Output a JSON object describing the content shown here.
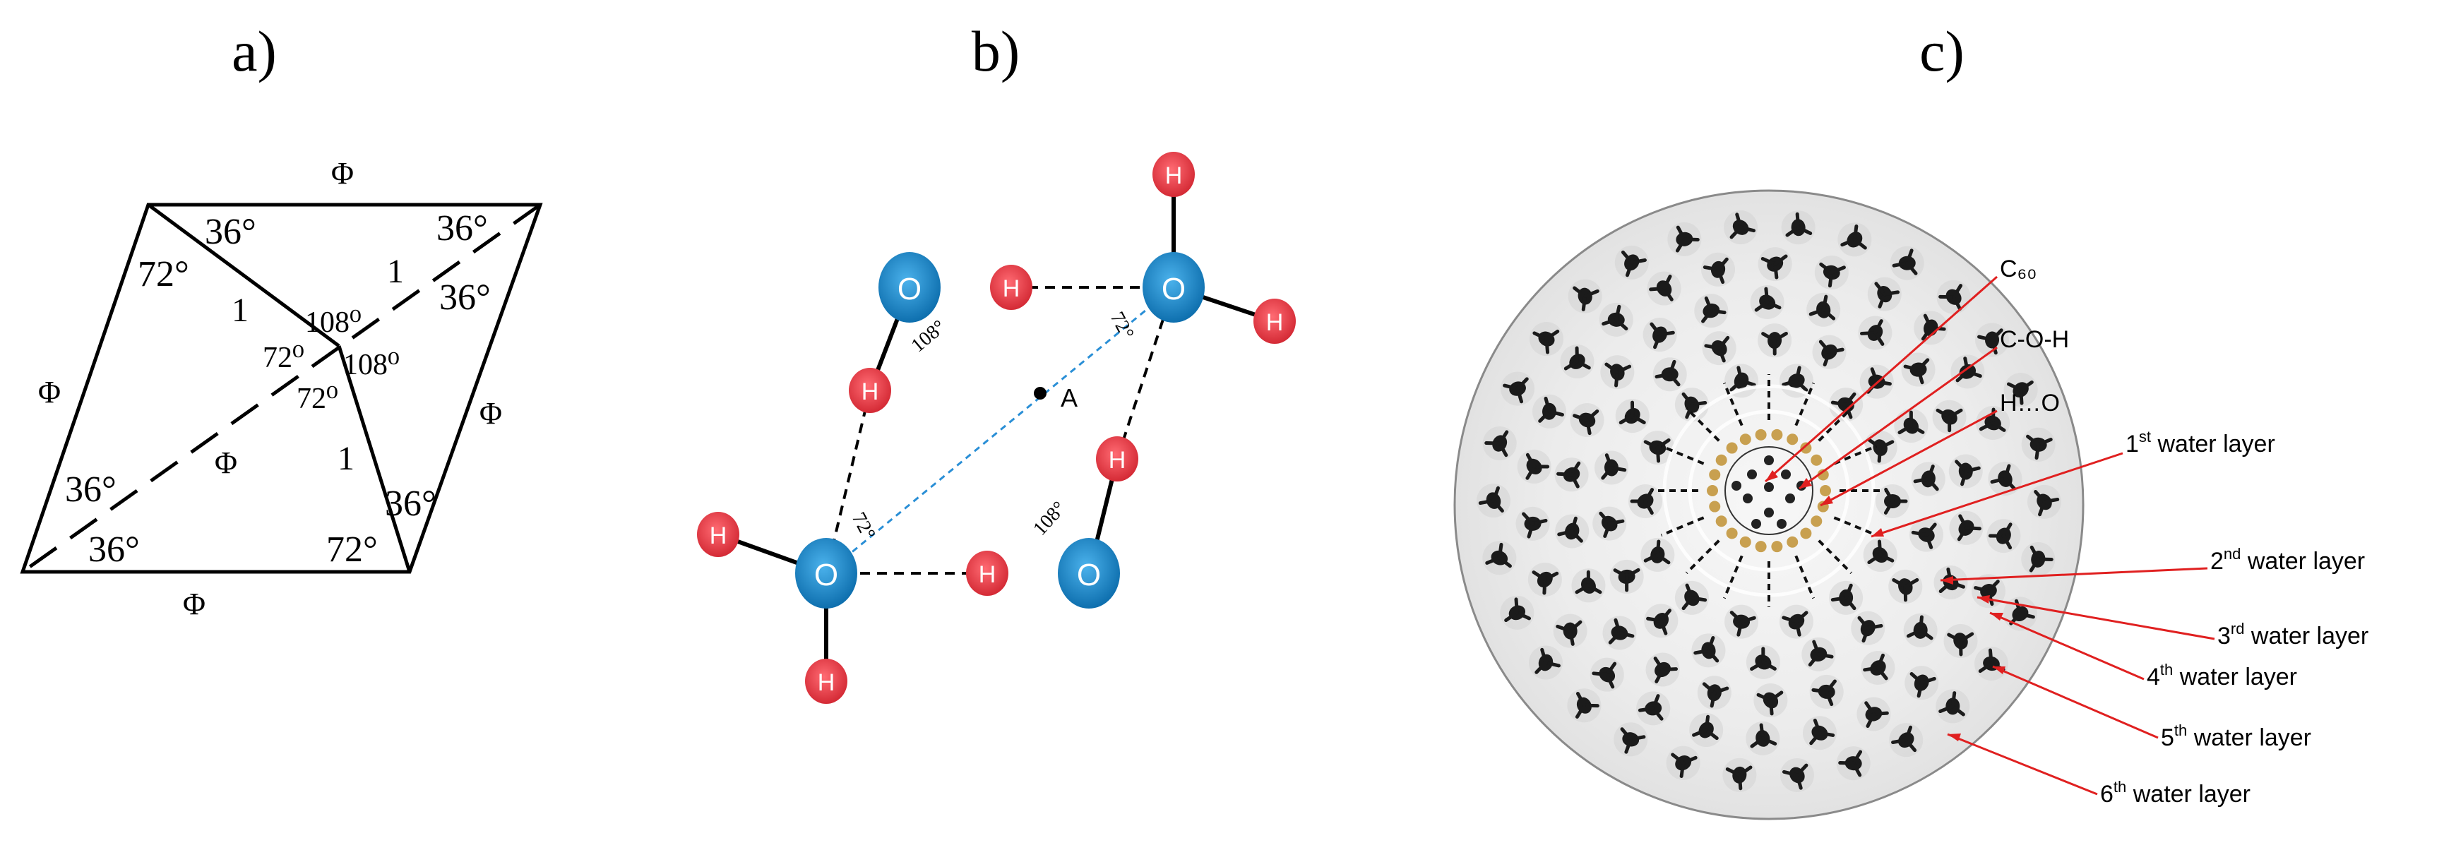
{
  "panels": {
    "a": {
      "label": "a)",
      "edge_labels": {
        "top": "Φ",
        "left": "Φ",
        "right": "Φ",
        "bottom": "Φ",
        "diagonal": "Φ"
      },
      "angles": {
        "tl": "36°",
        "tr_top": "36°",
        "tl_lower": "72°",
        "tr_lower": "36°",
        "center_top": "108⁰",
        "center_left": "72⁰",
        "center_right": "108⁰",
        "center_bottom": "72⁰",
        "bl_upper": "36°",
        "bl_lower": "36°",
        "br_lower": "72°",
        "br_upper": "36°"
      },
      "lengths": {
        "upper_short": "1",
        "upper_long": "1",
        "lower_short": "1"
      }
    },
    "b": {
      "label": "b)",
      "oxygen": "O",
      "hydrogen": "H",
      "angle_108": "108°",
      "angle_72": "72°",
      "center": "A"
    },
    "c": {
      "label": "c)",
      "callouts": {
        "c60": "C₆₀",
        "coh": "C-O-H",
        "ho": "H…O",
        "l1_num": "1",
        "l1_sup": "st",
        "l1_txt": " water layer",
        "l2_num": "2",
        "l2_sup": "nd",
        "l2_txt": " water layer",
        "l3_num": "3",
        "l3_sup": "rd",
        "l3_txt": " water layer",
        "l4_num": "4",
        "l4_sup": "th",
        "l4_txt": " water layer",
        "l5_num": "5",
        "l5_sup": "th",
        "l5_txt": " water layer",
        "l6_num": "6",
        "l6_sup": "th",
        "l6_txt": " water layer"
      }
    }
  },
  "colors": {
    "line": "#000000",
    "oxygen": "#1a86c8",
    "hydrogen": "#e63946",
    "hbond_diag": "#2a8fd6",
    "callout": "#e02020",
    "gold": "#c8a050",
    "disc_rim": "#8a8a8a",
    "disc_fill": "#f1f1f1",
    "molecule": "#1b1b1b"
  }
}
